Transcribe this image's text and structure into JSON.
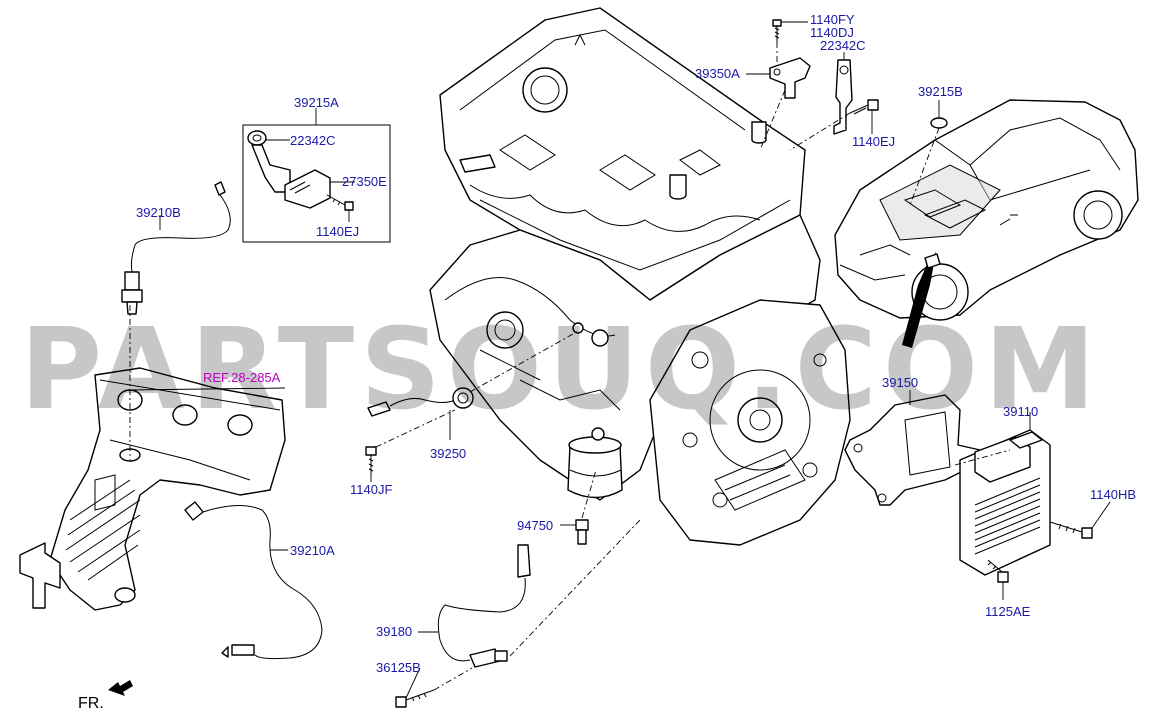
{
  "labels": {
    "l_1140FY": "1140FY",
    "l_1140DJ": "1140DJ",
    "l_22342C_top": "22342C",
    "l_39350A": "39350A",
    "l_1140EJ_top": "1140EJ",
    "l_39215B": "39215B",
    "l_39215A": "39215A",
    "l_22342C_box": "22342C",
    "l_27350E": "27350E",
    "l_1140EJ_box": "1140EJ",
    "l_39210B": "39210B",
    "l_ref": "REF.28-285A",
    "l_39250": "39250",
    "l_1140JF": "1140JF",
    "l_39210A": "39210A",
    "l_94750": "94750",
    "l_39180": "39180",
    "l_36125B": "36125B",
    "l_39150": "39150",
    "l_39110": "39110",
    "l_1140HB": "1140HB",
    "l_1125AE": "1125AE"
  },
  "watermark": "PARTSOUQ.COM",
  "direction_label": "FR.",
  "colors": {
    "label": "#1a1aa6",
    "reference": "#c000c0",
    "line": "#000000"
  },
  "icons": [
    "front-direction-arrow-icon"
  ]
}
